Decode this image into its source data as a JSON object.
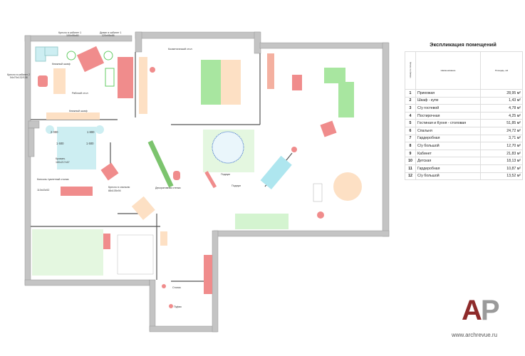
{
  "plan": {
    "labels": {
      "armchair_study1": "Кресло в кабинет 1",
      "armchair_study1_size": "100x95x80",
      "sofa_study1": "Диван в кабинет 1",
      "sofa_study1_size": "220x95x85",
      "bookcase_1": "Книжный шкаф",
      "desk": "Рабочий стол",
      "armchair_study2": "Кресло в кабинет 2",
      "armchair_study2_size": "54x70x132/138",
      "bookcase_2": "Книжный шкаф",
      "vanity": "Косметический стол",
      "dim_a": "2 000",
      "dim_b": "1 800",
      "dim_c": "1 600",
      "dim_d": "1 600",
      "bed": "Кровать",
      "bed_size": "180x217x67",
      "console": "Консоль туалетный столик",
      "console_size": "110x43x52",
      "armchair_bedroom": "Кресло в спальню",
      "armchair_bedroom_size": "88x105x94",
      "deco_wall": "Декоративная стенка",
      "podium_1": "Подиум",
      "podium_2": "Подиум",
      "table": "Столик",
      "pouf": "Пуфик"
    }
  },
  "explication": {
    "title": "Экспликация помещений",
    "headers": {
      "num": "Номер по плану",
      "name": "Наименование",
      "area": "Площадь, м2"
    },
    "rows": [
      {
        "num": "1",
        "name": "Прихожая",
        "area": "28,95 м²"
      },
      {
        "num": "2",
        "name": "Шкаф - купе",
        "area": "1,43 м²"
      },
      {
        "num": "3",
        "name": "С/у гостевой",
        "area": "4,78 м²"
      },
      {
        "num": "4",
        "name": "Постирочная",
        "area": "4,25 м²"
      },
      {
        "num": "5",
        "name": "Гостиная и Кухня - столовая",
        "area": "51,85 м²"
      },
      {
        "num": "6",
        "name": "Спальня",
        "area": "24,72 м²"
      },
      {
        "num": "7",
        "name": "Гардеробная",
        "area": "3,71 м²"
      },
      {
        "num": "8",
        "name": "С/у большой",
        "area": "12,70 м²"
      },
      {
        "num": "9",
        "name": "Кабинет",
        "area": "21,83 м²"
      },
      {
        "num": "10",
        "name": "Детская",
        "area": "18,13 м²"
      },
      {
        "num": "11",
        "name": "Гардеробная",
        "area": "10,87 м²"
      },
      {
        "num": "12",
        "name": "С/у большой",
        "area": "13,52 м²"
      }
    ]
  },
  "logo": {
    "a": "А",
    "p": "Р"
  },
  "watermark": "www.archrevue.ru",
  "colors": {
    "wall": "#bfbfbf",
    "furniture_red": "#f08c8c",
    "furniture_green": "#a8e6a0",
    "furniture_blue": "#bfeaf0",
    "furniture_peach": "#fde0c4",
    "logo_red": "#8e2b2b"
  }
}
